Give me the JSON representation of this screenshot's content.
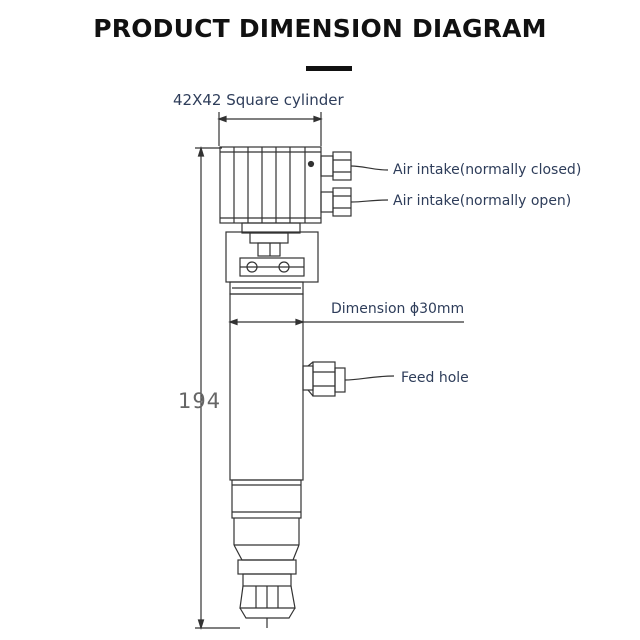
{
  "header": {
    "title": "PRODUCT DIMENSION DIAGRAM"
  },
  "diagram": {
    "top_label": "42X42 Square cylinder",
    "callouts": {
      "air_intake_closed": "Air intake(normally closed)",
      "air_intake_open": "Air intake(normally open)",
      "dimension": "Dimension ϕ30mm",
      "feed_hole": "Feed hole"
    },
    "height_value": "194"
  },
  "colors": {
    "line": "#333333",
    "label": "#2e3d5a"
  }
}
